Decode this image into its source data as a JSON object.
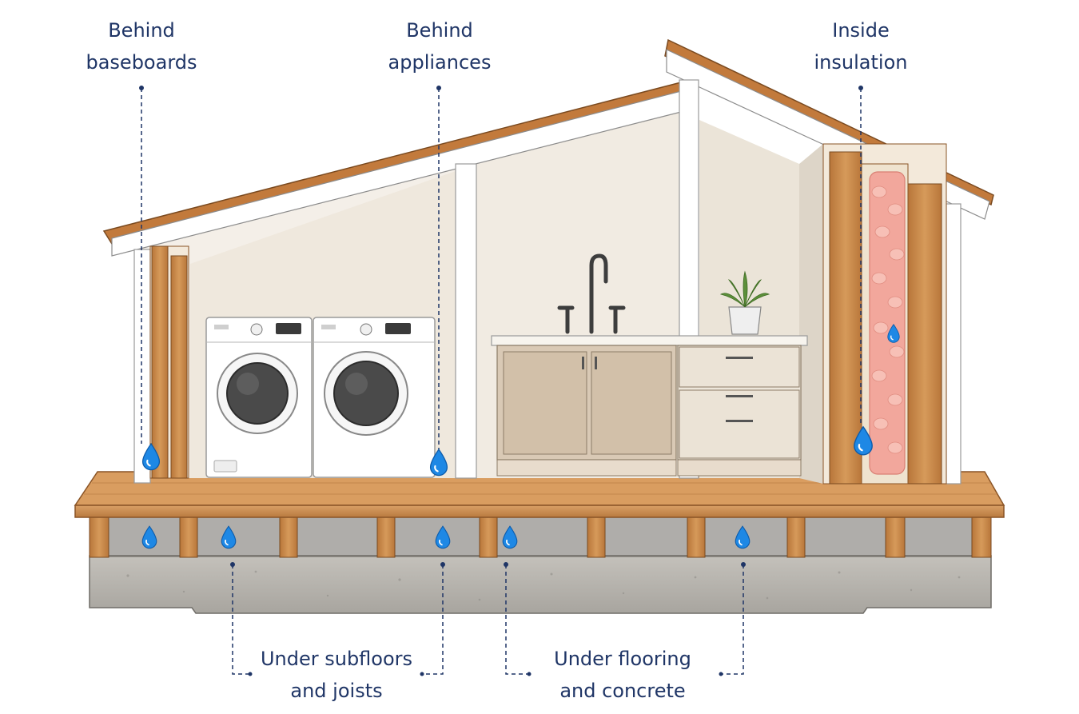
{
  "labels": {
    "baseboards": [
      "Behind",
      "baseboards"
    ],
    "appliances": [
      "Behind",
      "appliances"
    ],
    "insulation": [
      "Inside",
      "insulation"
    ],
    "subfloors": [
      "Under subfloors",
      "and joists"
    ],
    "flooring": [
      "Under flooring",
      "and concrete"
    ]
  },
  "colors": {
    "label_text": "#1f3566",
    "leader_line": "#1f3566",
    "water_drop": "#1e88e5",
    "wood": "#c98a4a",
    "insulation": "#f2a79c",
    "concrete": "#b7b4ae",
    "wall": "#f4efe8",
    "cabinet": "#d9c9b5"
  }
}
